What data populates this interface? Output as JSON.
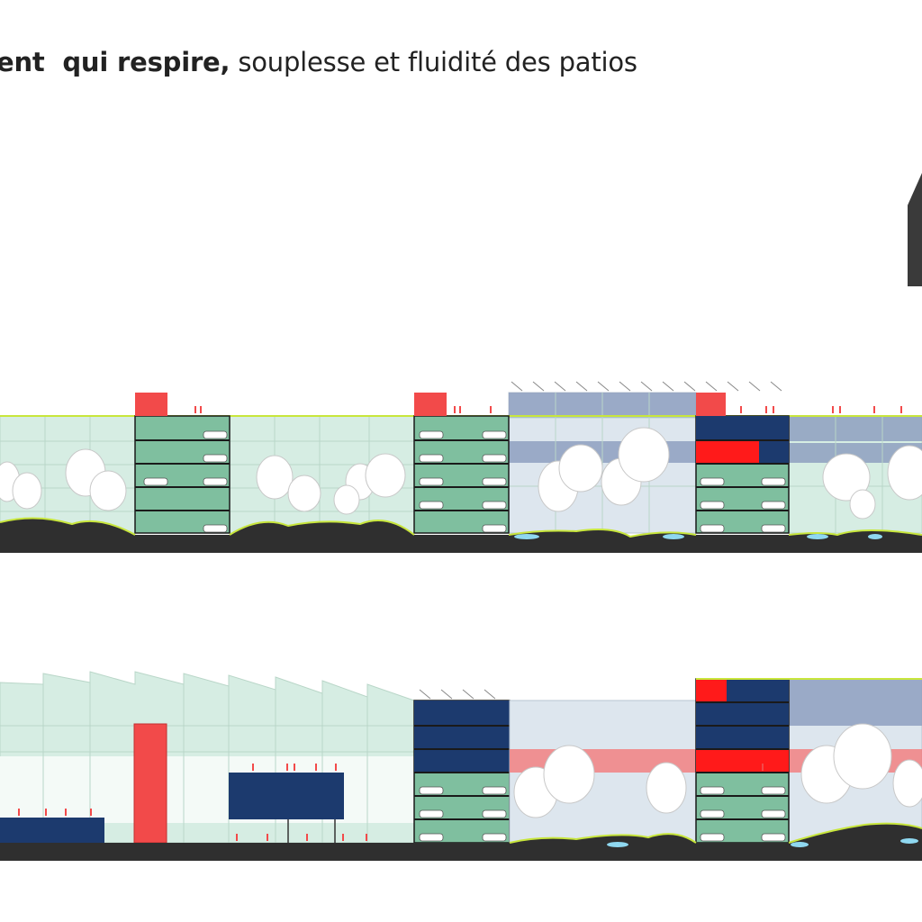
{
  "title": {
    "bold": "ent  qui respire,",
    "regular": " souplesse et fluidité des patios"
  },
  "colors": {
    "background": "#ffffff",
    "ground": "#2f2f2f",
    "ground_line": "#c8e63c",
    "parking": "#7fbf9f",
    "glass_green": "#d6ede3",
    "office_blue": "#8e9fbf",
    "dark_blue": "#1c3a6e",
    "red": "#f24a4a",
    "bright_red": "#ff1a1a",
    "water": "#8fd8f0",
    "tree": "#ffffff"
  },
  "sections": [
    {
      "name": "section-top"
    },
    {
      "name": "section-bottom"
    }
  ]
}
